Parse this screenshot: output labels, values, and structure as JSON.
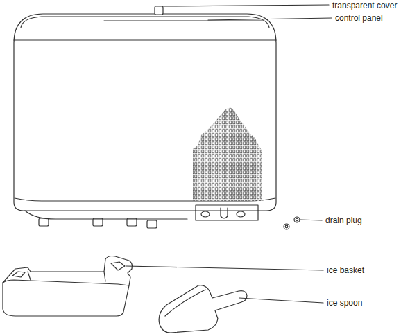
{
  "diagram": {
    "labels": [
      "transparent cover",
      "control panel",
      "drain plug",
      "ice basket",
      "ice spoon"
    ]
  }
}
